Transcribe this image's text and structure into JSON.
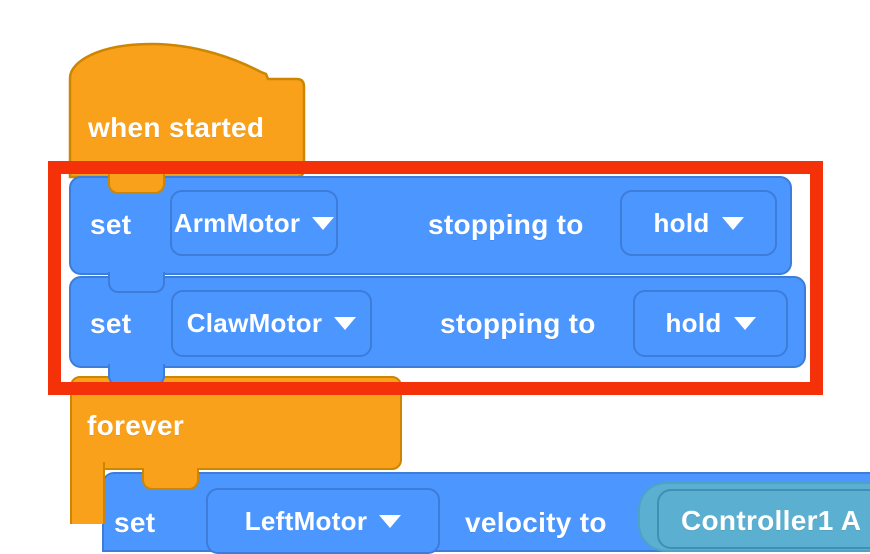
{
  "app": {
    "type": "block-programming-canvas"
  },
  "colors": {
    "orange": "#F9A11B",
    "orangeBorder": "#CC8602",
    "blue": "#4C97FF",
    "blueBorder": "#3D7CD8",
    "teal": "#5BB0D1",
    "tealBorder": "#4DA3C4",
    "tealInnerBorder": "#3F90B4",
    "red": "#F43109"
  },
  "script_stack": {
    "when_started": {
      "label": "when started"
    },
    "set_arm_stopping": {
      "set_label": "set",
      "motor_dropdown": "ArmMotor",
      "stopping_label": "stopping to",
      "mode_dropdown": "hold"
    },
    "set_claw_stopping": {
      "set_label": "set",
      "motor_dropdown": "ClawMotor",
      "stopping_label": "stopping to",
      "mode_dropdown": "hold"
    },
    "forever": {
      "label": "forever"
    },
    "set_velocity": {
      "set_label": "set",
      "motor_dropdown": "LeftMotor",
      "velocity_label": "velocity to",
      "value_reporter": "Controller1 A"
    }
  },
  "annotation": {
    "shape": "rectangle",
    "color": "#F43109"
  }
}
